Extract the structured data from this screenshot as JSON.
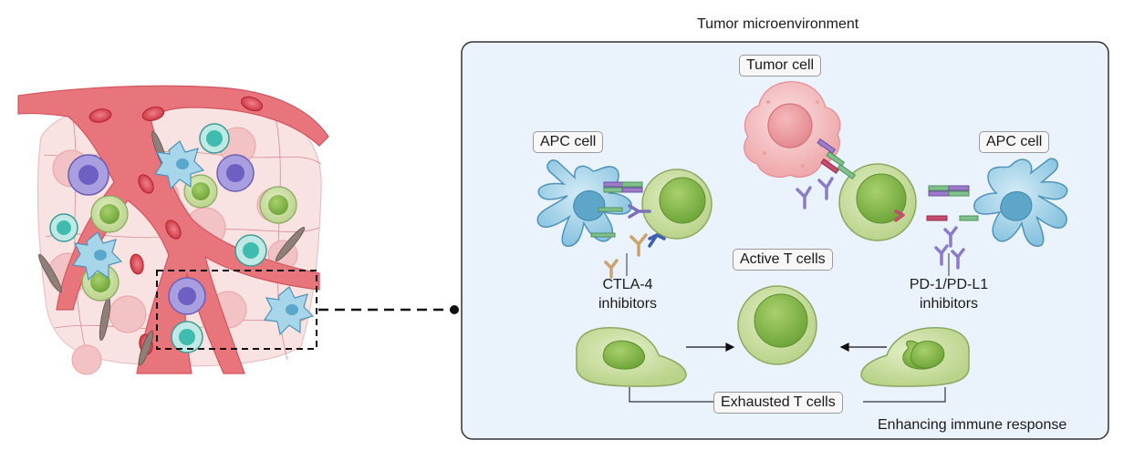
{
  "title": "Tumor microenvironment",
  "labels": {
    "tumor_cell": "Tumor cell",
    "apc_left": "APC cell",
    "apc_right": "APC cell",
    "active_t_cells": "Active T cells",
    "exhausted_t_cells": "Exhausted T cells",
    "ctla4_line1": "CTLA-4",
    "ctla4_line2": "inhibitors",
    "pd1_line1": "PD-1/PD-L1",
    "pd1_line2": "inhibitors",
    "footer": "Enhancing immune response"
  },
  "colors": {
    "panel_fill": "#eaf3fb",
    "panel_border": "#333333",
    "t_cell_green": "#c9dea0",
    "t_cell_nucleus": "#8dbf55",
    "apc_blue": "#9ccde3",
    "apc_nucleus": "#5ea6c9",
    "tumor_pink": "#f2b3b6",
    "vessel_red": "#e76f78",
    "rbc_red": "#d9404d",
    "nk_purple": "#9a8fd0",
    "teal_cell": "#63c7bd",
    "fibroblast": "#8a7a72",
    "tissue_pink": "#f6d3d4"
  },
  "icons": [
    "tumor-cell-icon",
    "apc-cell-icon",
    "t-cell-icon",
    "exhausted-t-cell-icon",
    "antibody-icon",
    "blood-vessel-icon",
    "red-blood-cell-icon"
  ]
}
